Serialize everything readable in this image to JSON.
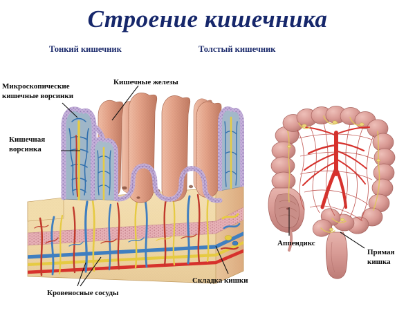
{
  "title": "Строение кишечника",
  "sections": {
    "thin": "Тонкий кишечник",
    "thick": "Толстый кишечник"
  },
  "labels": {
    "microvilli_line1": "Микроскопические",
    "microvilli_line2": "кишечные ворсинки",
    "villus_line1": "Кишечная",
    "villus_line2": "ворсинка",
    "glands": "Кишечные железы",
    "blood_vessels": "Кровеносные сосуды",
    "intestinal_fold": "Складка кишки",
    "appendix": "Аппендикс",
    "rectum_line1": "Прямая",
    "rectum_line2": "кишка"
  },
  "colors": {
    "title_navy": "#16276b",
    "subtitle_navy": "#1b2a6b",
    "label_black": "#0a0a0a",
    "villus_pink": "#e3a288",
    "villus_shade": "#c07a62",
    "epithelium_lavender": "#b9a5cf",
    "submucosa_cream": "#f0d9a8",
    "muscularis_pink": "#e0a6ad",
    "artery_red": "#d7312c",
    "vein_blue": "#3f7fc1",
    "lymph_yellow": "#e6cb42",
    "colon_pink": "#d89b95",
    "colon_shade": "#bd7b76",
    "background": "#ffffff"
  }
}
